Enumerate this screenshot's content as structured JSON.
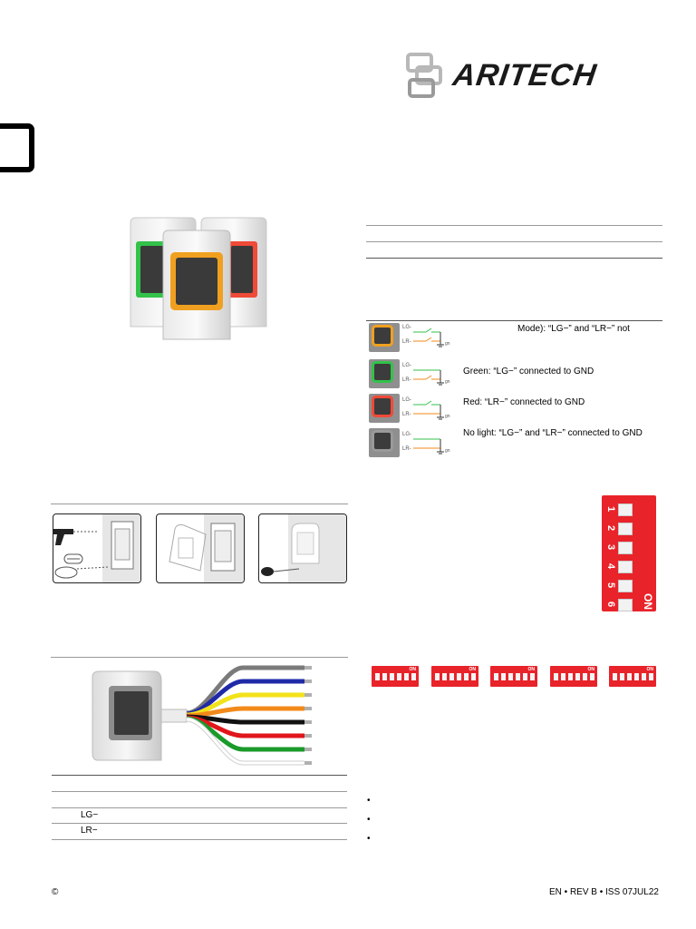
{
  "header": {
    "brand_name": "ARITECH"
  },
  "led_table": {
    "rows": [
      {
        "swatch_color": "#f0a020",
        "label": "Mode): “LG−” and “LR−” not",
        "terminal_top": "LG-",
        "terminal_bottom": "LR-",
        "ground": "gn"
      },
      {
        "swatch_color": "#33c24a",
        "label": "Green: “LG−” connected to GND",
        "terminal_top": "LG-",
        "terminal_bottom": "LR-",
        "ground": "gn"
      },
      {
        "swatch_color": "#f04a38",
        "label": "Red: “LR−” connected to GND",
        "terminal_top": "LG-",
        "terminal_bottom": "LR-",
        "ground": "gn"
      },
      {
        "swatch_color": "#6a6a6a",
        "label": "No light: “LG−” and “LR−” connected to GND",
        "terminal_top": "LG-",
        "terminal_bottom": "LR-",
        "ground": "gn"
      }
    ]
  },
  "dip_switch": {
    "numbers": [
      "1",
      "2",
      "3",
      "4",
      "5",
      "6"
    ],
    "on_label": "ON",
    "color": "#e8232a"
  },
  "dip_examples": {
    "on_label": "ON",
    "count": 5
  },
  "wiring": {
    "wire_colors": [
      "#7a7a7a",
      "#1f2aa8",
      "#f2e21a",
      "#f28a1a",
      "#111111",
      "#e0161b",
      "#1a9a2a",
      "#ffffff"
    ]
  },
  "wire_table": {
    "rows": [
      "",
      "LG−",
      "LR−"
    ]
  },
  "footer": {
    "copyright": "©",
    "revision": "EN • REV B • ISS 07JUL22"
  },
  "colors": {
    "accent_red": "#e8232a",
    "led_green": "#33c24a",
    "led_orange": "#f0a020",
    "led_red": "#f04a38"
  }
}
